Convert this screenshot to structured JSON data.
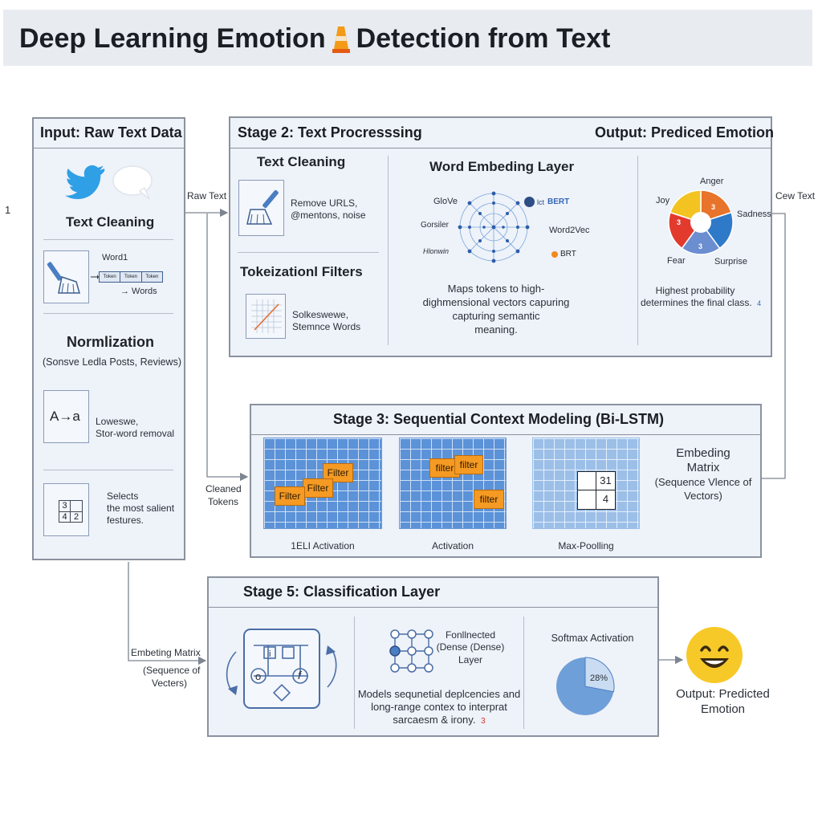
{
  "title": {
    "text_before": "Deep Learning Emotion",
    "text_after": "Detection from Text",
    "icon": "traffic-cone-icon"
  },
  "side_marker": "1",
  "input_panel": {
    "title": "Input: Raw Text Data",
    "icons": [
      "twitter-bird-icon",
      "speech-bubble-icon"
    ],
    "text_cleaning": {
      "heading": "Text Cleaning",
      "word_label": "Word1",
      "tokens": [
        "Token",
        "Token",
        "Token"
      ],
      "words_label": "→ Words",
      "icon": "broom-icon"
    },
    "normalization": {
      "heading": "Normlization",
      "caption": "(Sonsve Ledla Posts, Reviews)",
      "icon_text": "A→a",
      "desc_line1": "Loweswe,",
      "desc_line2": "Stor-word removal"
    },
    "selection": {
      "cells": [
        "3",
        "",
        "4",
        "2"
      ],
      "desc_line1": "Selects",
      "desc_line2": "the most salient",
      "desc_line3": "festures."
    }
  },
  "stage2": {
    "title": "Stage 2: Text Procresssing",
    "output_title": "Output: Prediced Emotion",
    "text_cleaning": {
      "heading": "Text Cleaning",
      "desc_line1": "Remove URLS,",
      "desc_line2": "@mentons, noise",
      "icon": "broom-icon"
    },
    "tokenization": {
      "heading": "Tokeizationl Filters",
      "desc_line1": "Solkeswewe,",
      "desc_line2": "Stemnce Words",
      "icon": "chart-grid-icon"
    },
    "embedding": {
      "heading": "Word Embeding Layer",
      "labels": [
        "GloVe",
        "Gorsiler",
        "Hlonwin"
      ],
      "right_labels": {
        "bert_top": "BERT",
        "prefix": "lct",
        "w2v": "Word2Vec",
        "bert_bottom": "BRT"
      },
      "desc_line1": "Maps tokens to high-",
      "desc_line2": "dighmensional vectors capuring",
      "desc_line3": "capturing semantic",
      "desc_line4": "meaning."
    },
    "output": {
      "labels": {
        "anger": "Anger",
        "joy": "Joy",
        "sadness": "Sadness",
        "fear": "Fear",
        "surprise": "Surprise"
      },
      "badge_values": [
        "3",
        "3",
        "3"
      ],
      "desc_line1": "Highest probability",
      "desc_line2": "determines the final class.",
      "mark": "4"
    }
  },
  "flow_labels": {
    "raw_text": "Raw Text",
    "cew_text": "Cew Text",
    "cleaned_line1": "Cleaned",
    "cleaned_line2": "Tokens",
    "embed_line1": "Embeting Matrix",
    "embed_line2": "(Sequence of",
    "embed_line3": "Vecters)"
  },
  "stage3": {
    "title": "Stage 3: Sequential Context Modeling (Bi-LSTM)",
    "filters": [
      "Filter",
      "Filter",
      "Filter",
      "filter",
      "filter",
      "filter"
    ],
    "captions": [
      "1ELI Activation",
      "Activation",
      "Max-Poolling"
    ],
    "pool_cells": [
      "",
      "31",
      "",
      "4"
    ],
    "embed_line1": "Embeding",
    "embed_line2": "Matrix",
    "embed_line3": "(Sequence Vlence of",
    "embed_line4": "Vectors)"
  },
  "stage5": {
    "title": "Stage 5: Classification Layer",
    "nn_line1": "Fonllnected",
    "nn_line2": "(Dense (Dense)",
    "nn_line3": "Layer",
    "desc_line1": "Models sequnetial deplcencies and",
    "desc_line2": "long-range contex to interprat",
    "desc_line3": "sarcaesm & irony.",
    "mark": "3",
    "softmax_title": "Softmax Activation",
    "softmax_percent": "28%",
    "softmax_fraction": 0.28,
    "circuit_labels": [
      "i",
      "o",
      "f"
    ]
  },
  "final_output": {
    "line1": "Output: Predicted",
    "line2": "Emotion",
    "icon": "smiling-emoji-icon"
  },
  "colors": {
    "panel_bg": "#eef2f9",
    "border": "#8a929e",
    "grid_blue": "#5b92d8",
    "filter_orange": "#f59a23",
    "anger": "#e8732a",
    "sadness": "#2f79c9",
    "surprise": "#6b8ed1",
    "fear": "#e23b2e",
    "joy": "#f3c321",
    "emoji": "#f7c928"
  }
}
